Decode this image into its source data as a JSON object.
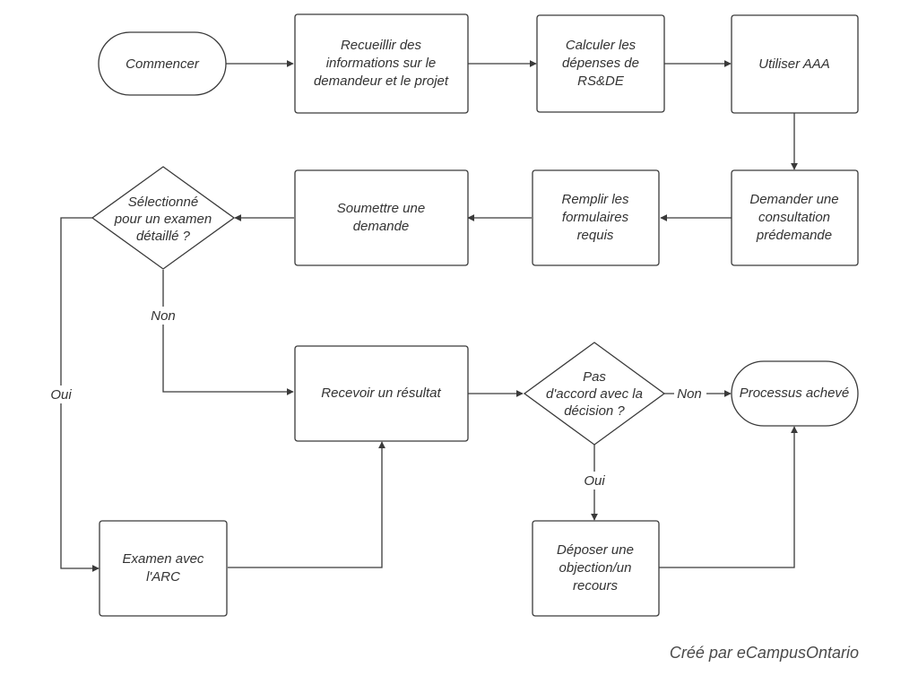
{
  "nodes": {
    "start": "Commencer",
    "collect": [
      "Recueillir des",
      "informations sur le",
      "demandeur et le projet"
    ],
    "calculate": [
      "Calculer les",
      "dépenses de",
      "RS&DE"
    ],
    "aaa": "Utiliser AAA",
    "consultation": [
      "Demander une",
      "consultation",
      "prédemande"
    ],
    "forms": [
      "Remplir les",
      "formulaires",
      "requis"
    ],
    "submit": [
      "Soumettre une",
      "demande"
    ],
    "selected": [
      "Sélectionné",
      "pour un examen",
      "détaillé ?"
    ],
    "result": "Recevoir un résultat",
    "disagree": [
      "Pas",
      "d'accord avec la",
      "décision ?"
    ],
    "done": "Processus achevé",
    "review": [
      "Examen avec",
      "l'ARC"
    ],
    "objection": [
      "Déposer une",
      "objection/un",
      "recours"
    ]
  },
  "edge_labels": {
    "selected_no": "Non",
    "selected_yes": "Oui",
    "disagree_no": "Non",
    "disagree_yes": "Oui"
  },
  "credit": "Créé par eCampusOntario"
}
